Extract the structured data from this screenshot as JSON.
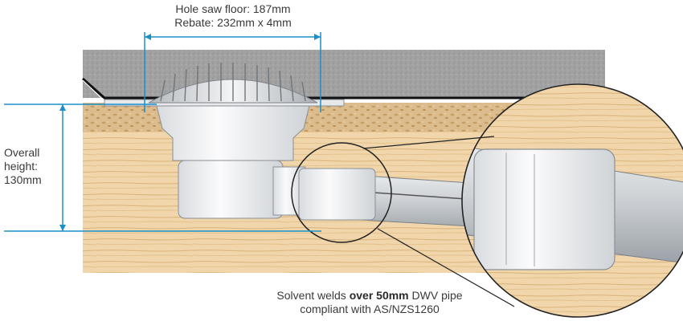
{
  "labels": {
    "hole_saw": "Hole saw floor: 187mm",
    "rebate": "Rebate: 232mm x 4mm",
    "overall_1": "Overall",
    "overall_2": "height:",
    "overall_3": "130mm",
    "note_pre": "Solvent welds ",
    "note_bold": "over 50mm",
    "note_post": " DWV pipe",
    "note_line2": "compliant with AS/NZS1260"
  },
  "colors": {
    "dimension_line": "#1a8fc9",
    "tile": "#9c9c9c",
    "plywood": "#d9b98a",
    "timber": "#eed2a6",
    "pipe": "#d6d9dc",
    "fitting": "#f2f3f4"
  },
  "icons": [
    "floor-waste-grate-icon",
    "magnifier-circle-icon"
  ]
}
